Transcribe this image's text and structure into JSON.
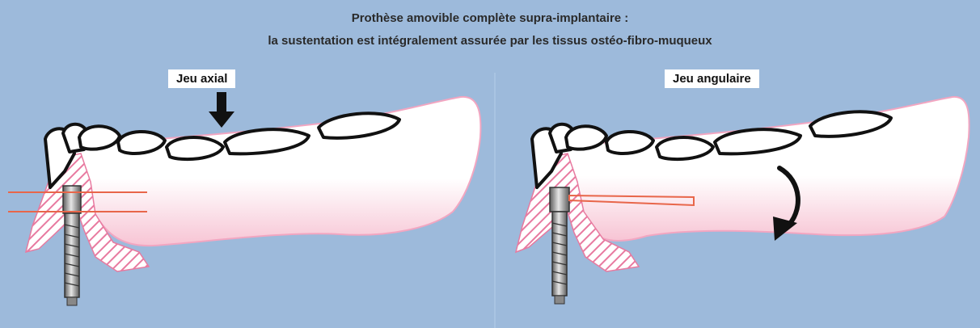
{
  "title": {
    "line1": "Prothèse amovible complète supra-implantaire :",
    "line2": "la sustentation est intégralement assurée par les tissus ostéo-fibro-muqueux"
  },
  "panels": [
    {
      "label": "Jeu axial",
      "arrow": "down-arrow-icon"
    },
    {
      "label": "Jeu angulaire",
      "arrow": "curved-arrow-icon"
    }
  ],
  "colors": {
    "background": "#9dbadb",
    "denture": "#ffffff",
    "gum": "#f5c7d8",
    "hatch": "#e87aa0",
    "outline": "#111111",
    "rail": "#e8664a",
    "implant": "#9a9a9a"
  }
}
